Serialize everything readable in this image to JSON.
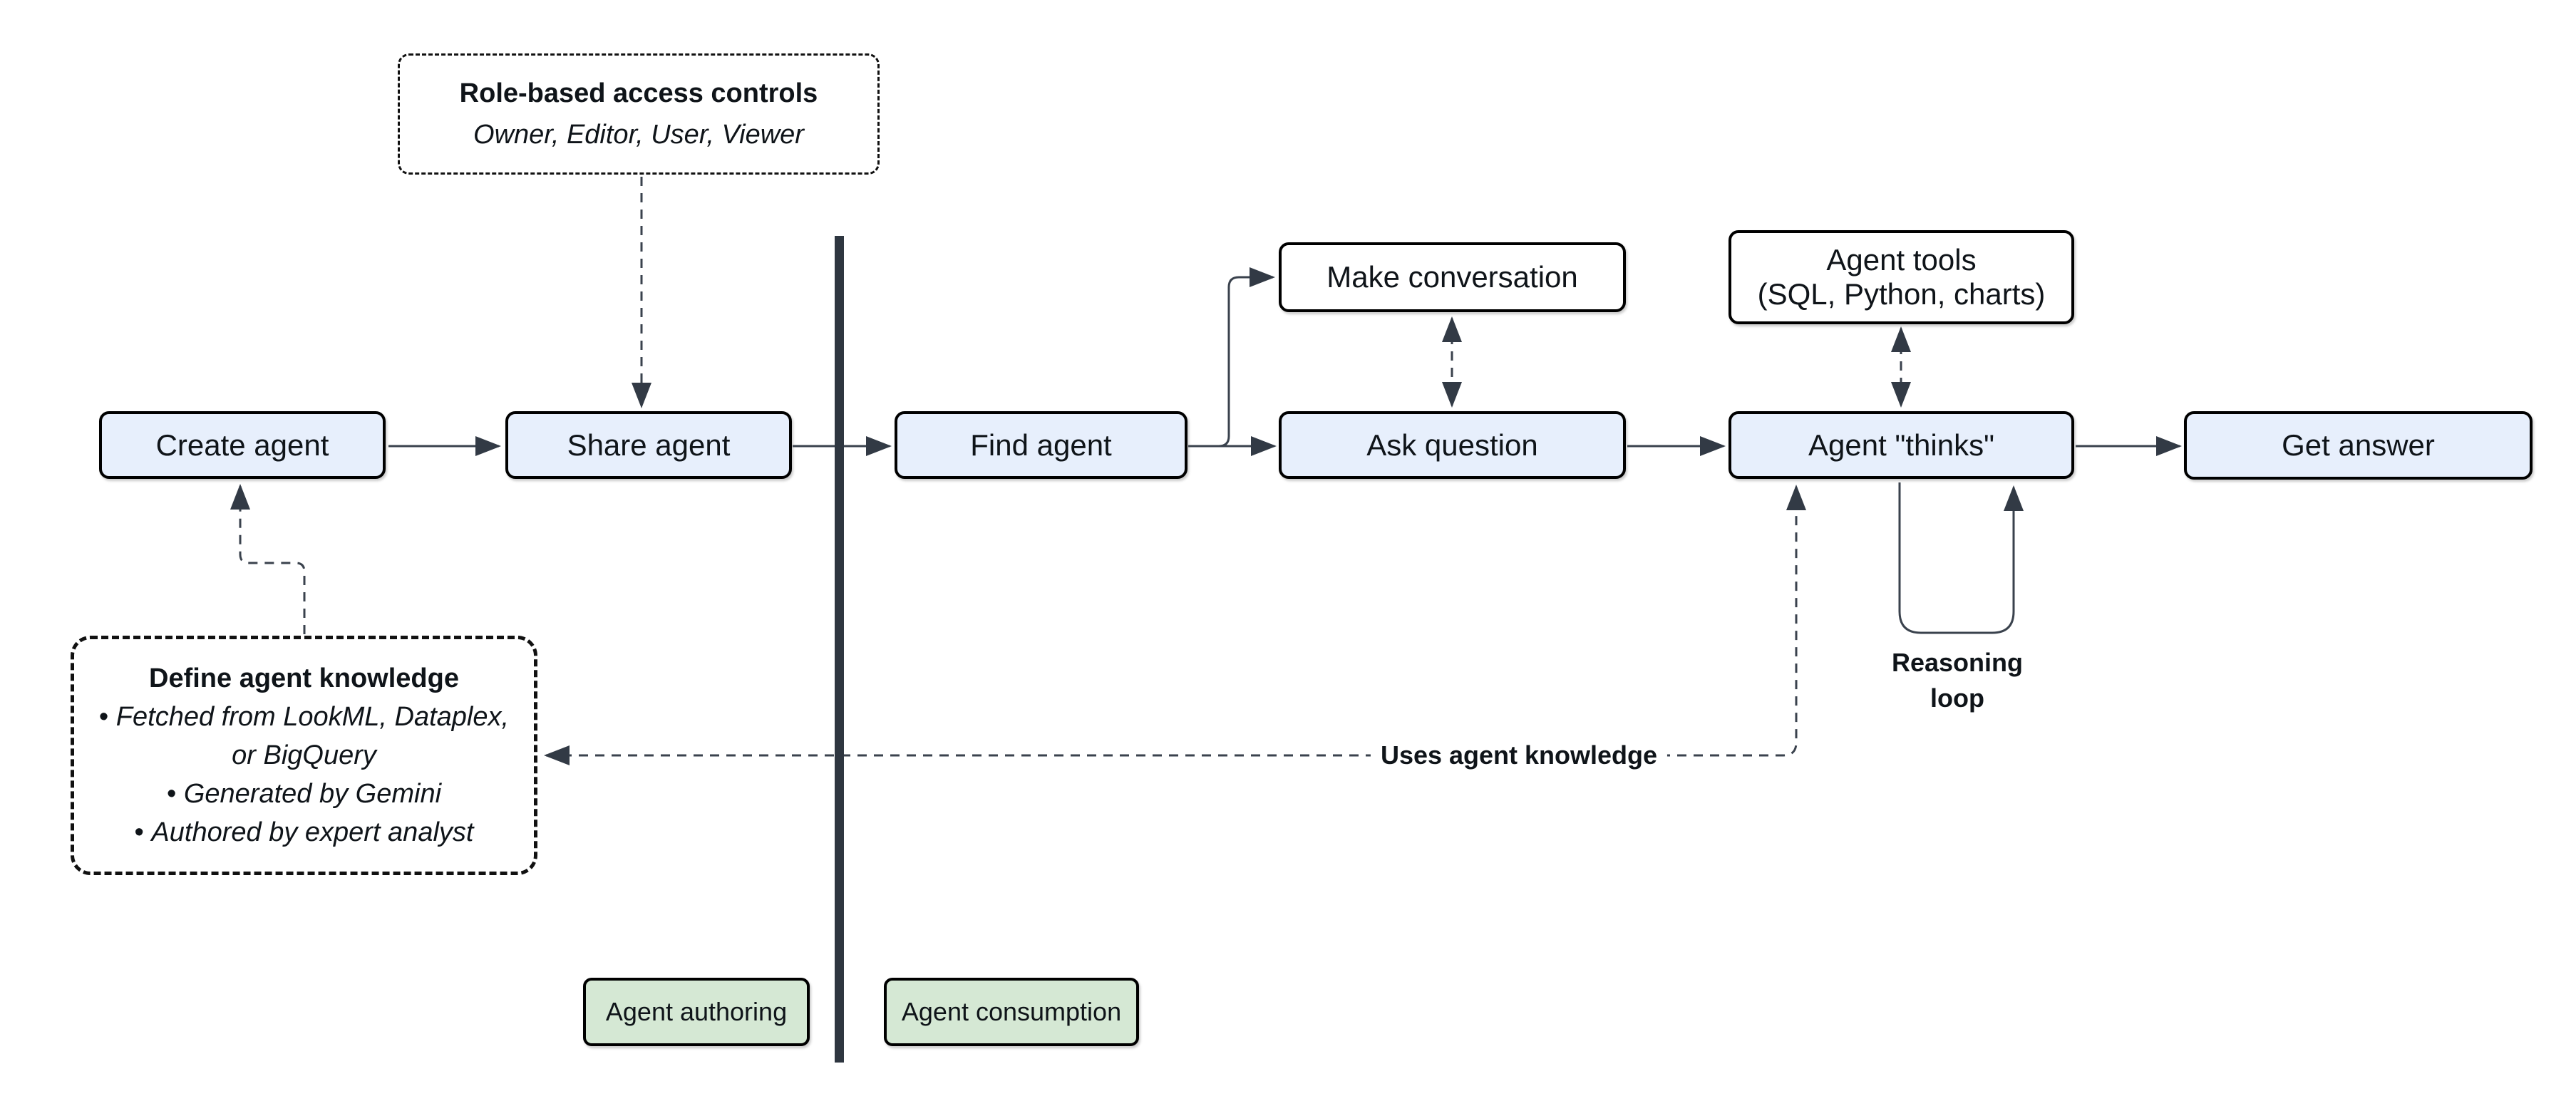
{
  "nodes": {
    "create_agent": "Create agent",
    "share_agent": "Share agent",
    "find_agent": "Find agent",
    "make_conversation": "Make conversation",
    "ask_question": "Ask question",
    "agent_tools_line1": "Agent tools",
    "agent_tools_line2": "(SQL, Python, charts)",
    "agent_thinks": "Agent \"thinks\"",
    "get_answer": "Get answer"
  },
  "callouts": {
    "role_access": {
      "title": "Role-based access controls",
      "subtitle": "Owner, Editor, User, Viewer"
    },
    "define_knowledge": {
      "title": "Define agent knowledge",
      "bullets": [
        "Fetched from LookML, Dataplex, or BigQuery",
        "Generated by Gemini",
        "Authored by expert analyst"
      ]
    }
  },
  "edge_labels": {
    "uses_agent_knowledge": "Uses agent knowledge",
    "reasoning_loop_line1": "Reasoning",
    "reasoning_loop_line2": "loop"
  },
  "zones": {
    "authoring": "Agent authoring",
    "consumption": "Agent consumption"
  },
  "colors": {
    "node_fill_blue": "#e7effc",
    "node_fill_white": "#ffffff",
    "zone_fill_green": "#d5e8d4",
    "node_border": "#000000",
    "connector": "#3a424d",
    "arrowhead": "#323a45",
    "divider": "#2e3640",
    "text": "#0f1419"
  }
}
